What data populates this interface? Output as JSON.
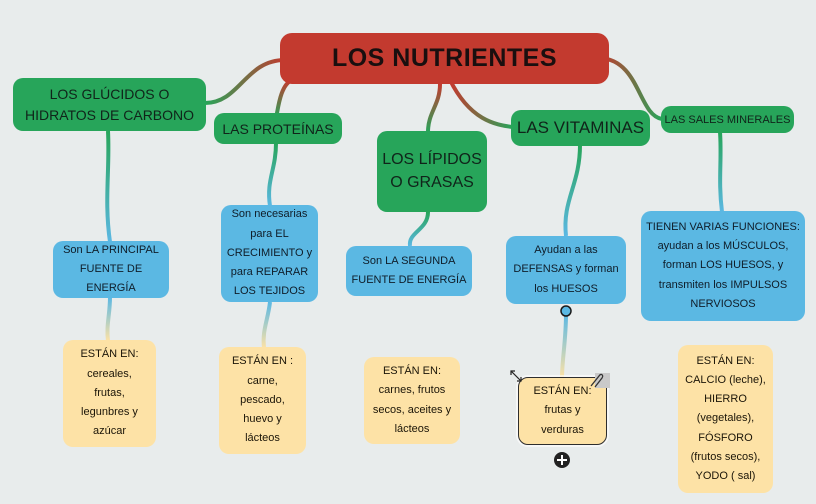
{
  "map": {
    "title": "LOS NUTRIENTES",
    "colors": {
      "title": "#c33a2f",
      "topic": "#27a55a",
      "detail": "#5bb8e3",
      "where": "#fde2a6",
      "background": "#e8ecec"
    },
    "branches": [
      {
        "topic": "LOS GLÚCIDOS O\nHIDRATOS DE CARBONO",
        "detail": "Son LA PRINCIPAL\nFUENTE DE\nENERGÍA",
        "where": "ESTÁN EN:\ncereales,\nfrutas,\nlegunbres y\nazúcar"
      },
      {
        "topic": "LAS PROTEÍNAS",
        "detail": "Son necesarias\npara EL\nCRECIMIENTO y\npara REPARAR\nLOS TEJIDOS",
        "where": "ESTÁN EN :\ncarne,\npescado,\nhuevo y\nlácteos"
      },
      {
        "topic": "LOS LÍPIDOS\nO GRASAS",
        "detail": "Son LA SEGUNDA\nFUENTE DE ENERGÍA",
        "where": "ESTÁN EN:\ncarnes, frutos\nsecos, aceites y\nlácteos"
      },
      {
        "topic": "LAS VITAMINAS",
        "detail": "Ayudan a las\nDEFENSAS y forman\nlos HUESOS",
        "where": "ESTÁN EN:\nfrutas y\nverduras"
      },
      {
        "topic": "LAS SALES MINERALES",
        "detail": "TIENEN VARIAS FUNCIONES:\nayudan a los MÚSCULOS,\nforman LOS HUESOS, y\ntransmiten los IMPULSOS\nNERVIOSOS",
        "where": "ESTÁN EN:\nCALCIO (leche),\nHIERRO\n(vegetales),\nFÓSFORO\n(frutos secos),\nYODO ( sal)"
      }
    ],
    "icons": [
      "resize-icon",
      "attach-icon",
      "add-node-icon",
      "connection-handle-icon"
    ]
  }
}
